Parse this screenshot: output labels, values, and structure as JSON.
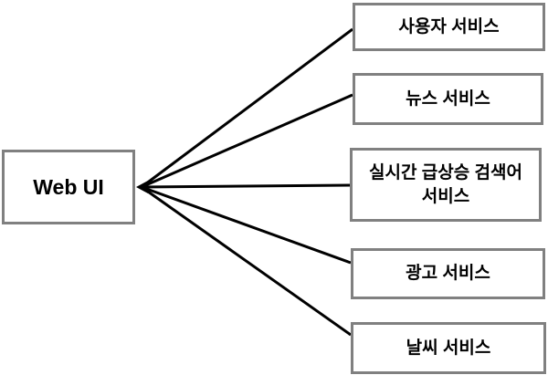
{
  "diagram": {
    "colors": {
      "background": "#ffffff",
      "box_border": "#808080",
      "line": "#000000",
      "text": "#000000"
    },
    "nodes": {
      "web_ui": {
        "label": "Web UI"
      },
      "user_service": {
        "label": "사용자 서비스"
      },
      "news_service": {
        "label": "뉴스 서비스"
      },
      "trending_search_service": {
        "label": "실시간 급상승 검색어\n서비스"
      },
      "ad_service": {
        "label": "광고 서비스"
      },
      "weather_service": {
        "label": "날씨 서비스"
      }
    },
    "edges": [
      {
        "between": [
          "web_ui",
          "user_service"
        ],
        "arrowhead_at": "web_ui"
      },
      {
        "between": [
          "web_ui",
          "news_service"
        ],
        "arrowhead_at": "web_ui"
      },
      {
        "between": [
          "web_ui",
          "trending_search_service"
        ],
        "arrowhead_at": "web_ui"
      },
      {
        "between": [
          "web_ui",
          "ad_service"
        ],
        "arrowhead_at": "web_ui"
      },
      {
        "between": [
          "web_ui",
          "weather_service"
        ],
        "arrowhead_at": "web_ui"
      }
    ]
  }
}
